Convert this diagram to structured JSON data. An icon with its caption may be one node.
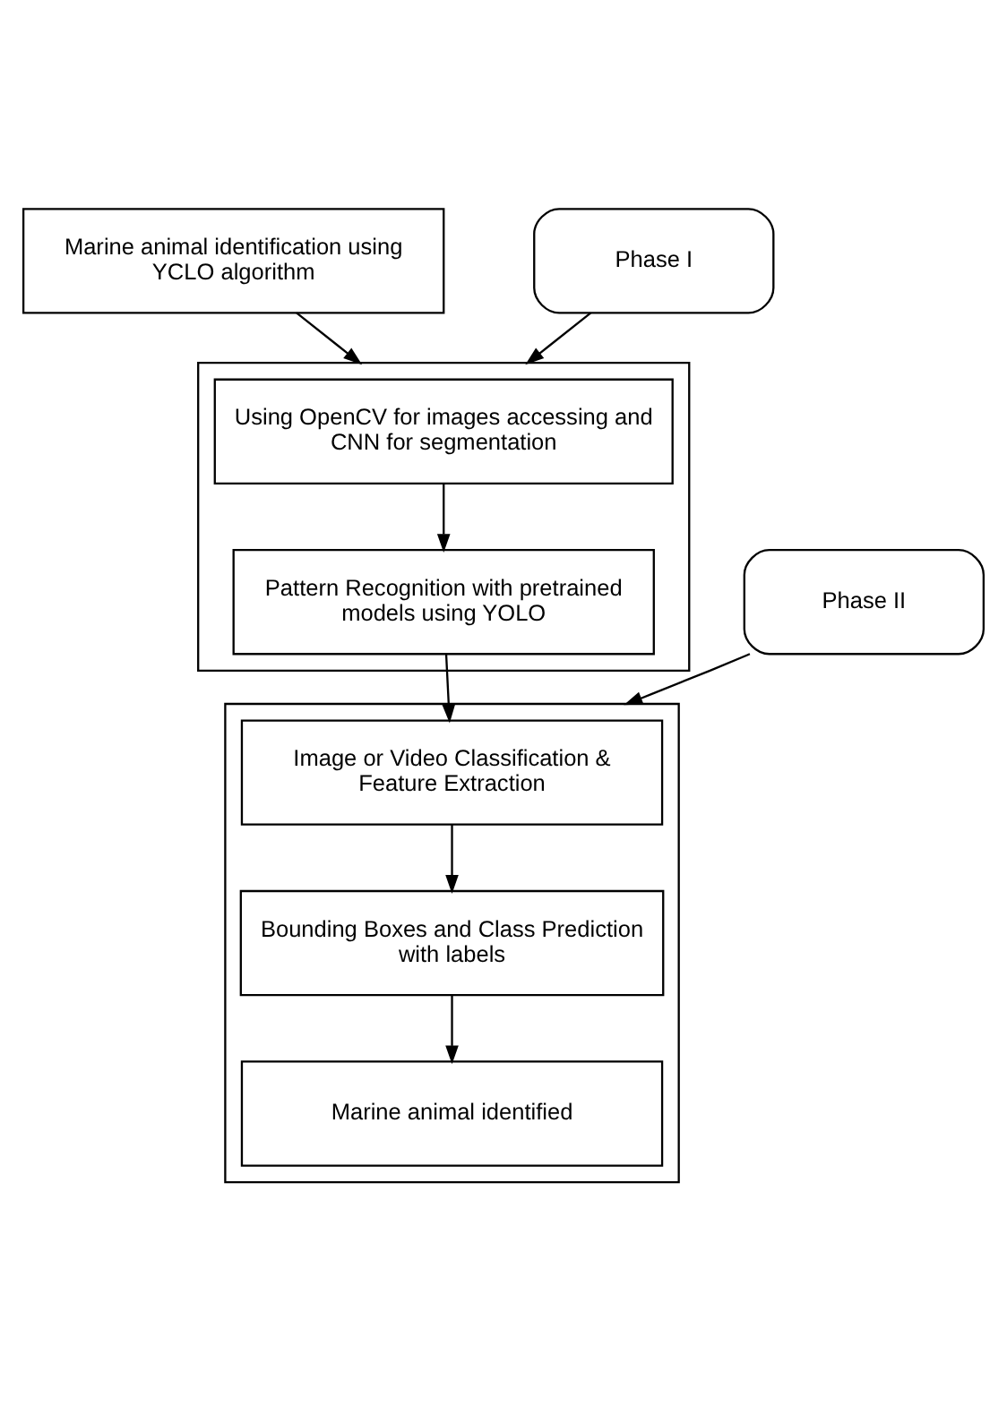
{
  "diagram": {
    "nodes": [
      {
        "text": [
          "Marine animal identification using YCLO algorithm"
        ]
      },
      {
        "text": [
          "Phase I"
        ]
      },
      {
        "text": [],
        "shape": "box"
      },
      {
        "text": [
          "Using OpenCV for images accessing and CNN for segmentation"
        ],
        "in": 2
      },
      {
        "text": [
          "Pattern Recognition with pretrained models using YOLO"
        ],
        "in": 2
      },
      {
        "text": [
          "Phase II"
        ]
      },
      {
        "text": [],
        "shape": "box"
      },
      {
        "text": [
          "Image or Video Classification & Feature Extraction"
        ],
        "in": 6
      },
      {
        "text": [
          "Bounding Boxes and Class Prediction with labels"
        ],
        "in": 6
      },
      {
        "text": [
          "Marine animal identified"
        ],
        "in": 6
      }
    ],
    "edges": [
      {
        "from": 0,
        "to": 2,
        "arrow": "to"
      },
      {
        "from": 1,
        "to": 2,
        "arrow": "to"
      },
      {
        "from": 3,
        "to": 4,
        "arrow": "to"
      },
      {
        "from": 4,
        "to": 7,
        "arrow": "to"
      },
      {
        "from": 5,
        "to": 6,
        "arrow": "to"
      },
      {
        "from": 7,
        "to": 8,
        "arrow": "to"
      },
      {
        "from": 8,
        "to": 9,
        "arrow": "to"
      }
    ]
  }
}
